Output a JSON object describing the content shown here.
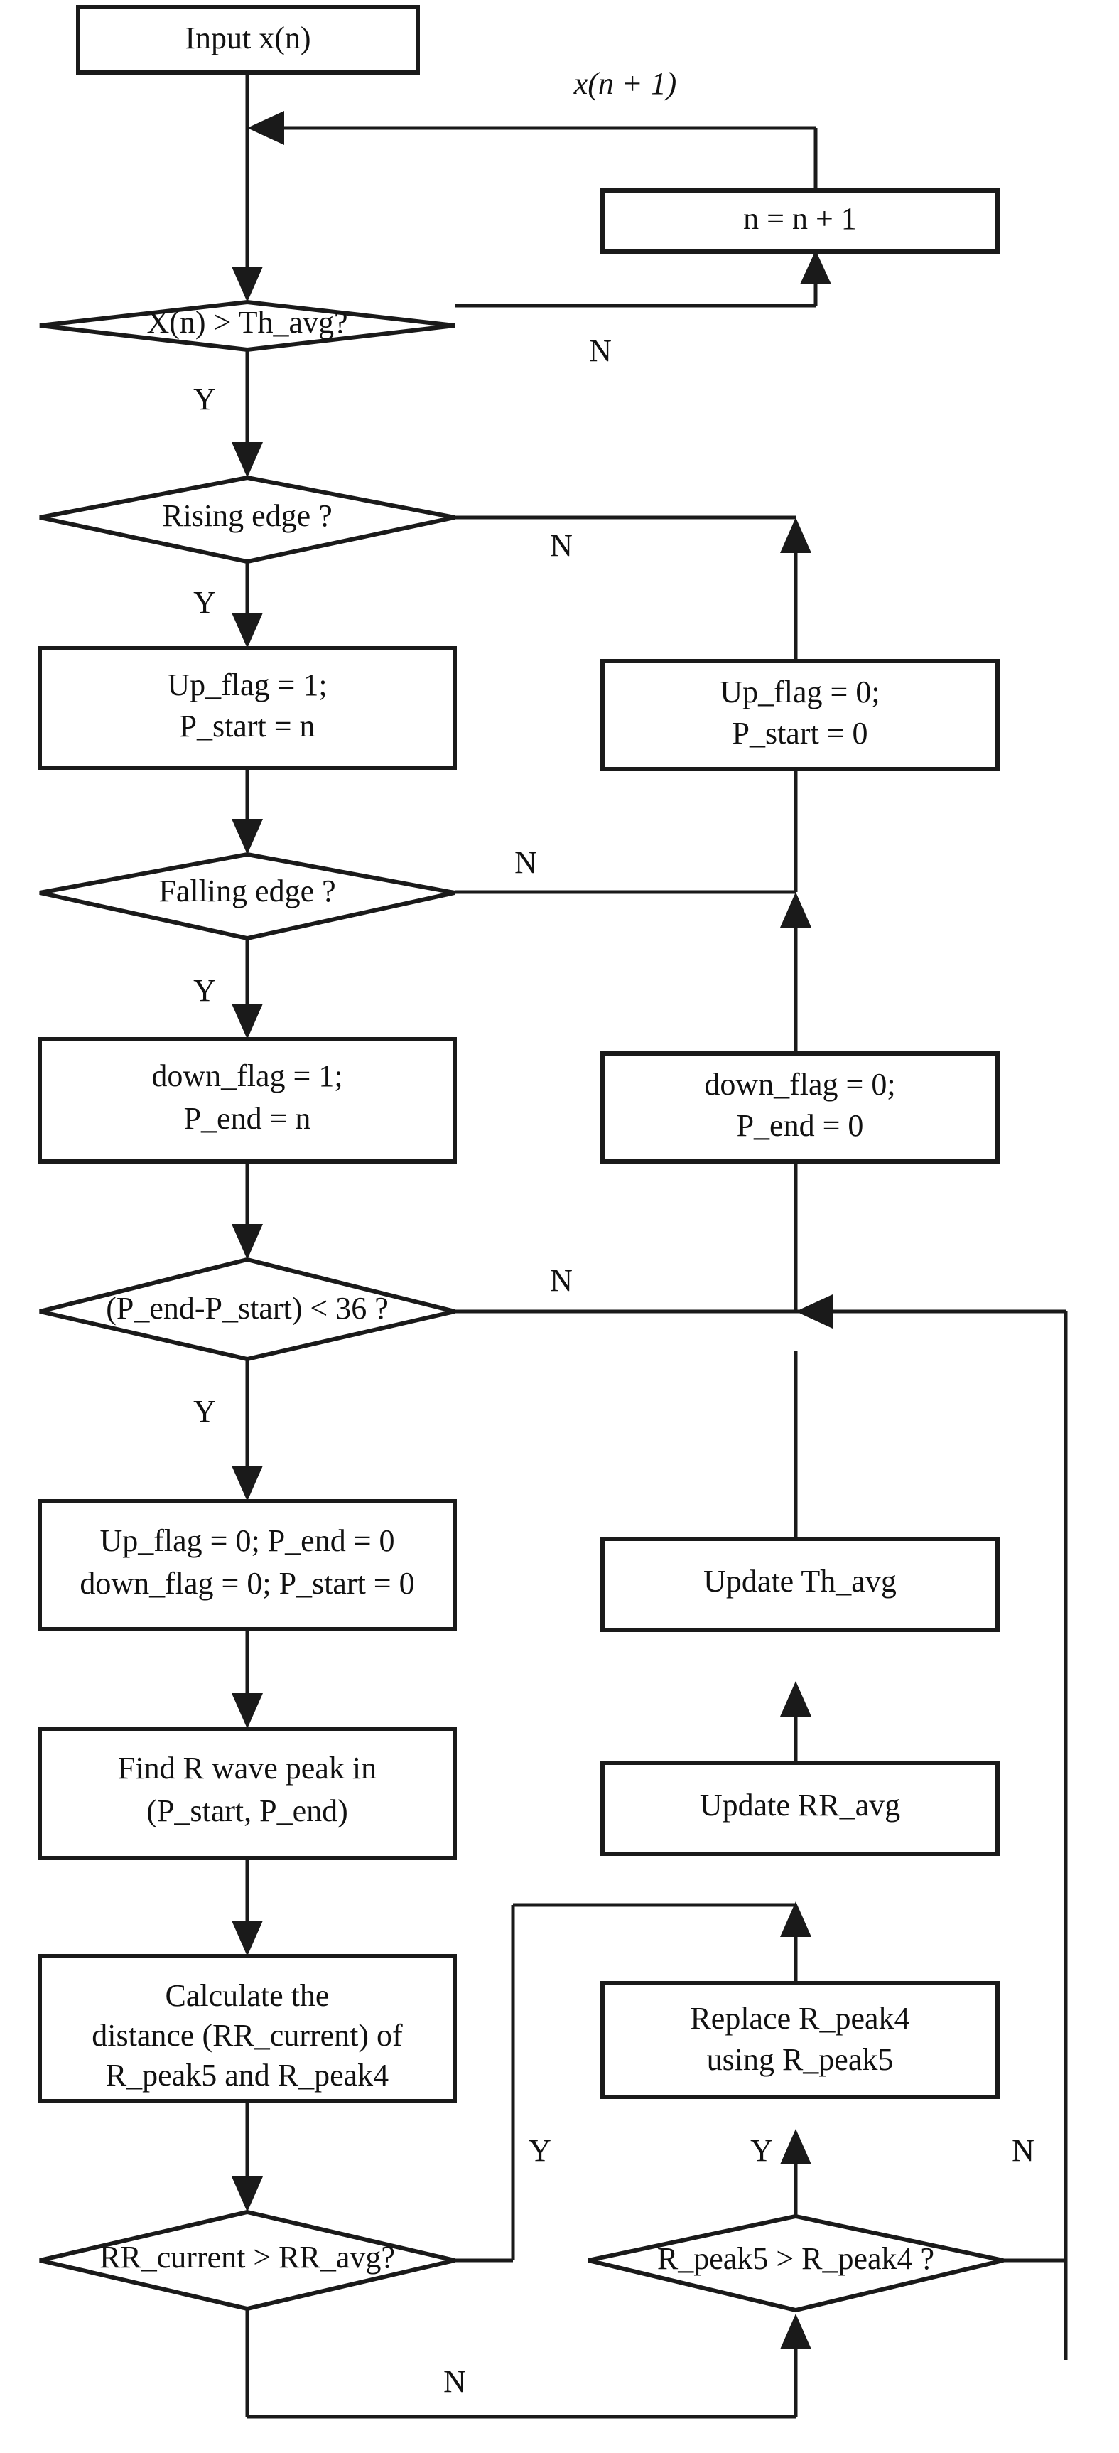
{
  "diagram": {
    "title": "R-wave detection flowchart",
    "stroke_color": "#1a1a1a",
    "fill_color": "#ffffff",
    "nodes": {
      "input": {
        "text": "Input  x(n)",
        "type": "process"
      },
      "n_increment": {
        "text": "n = n + 1",
        "type": "process"
      },
      "d_threshold": {
        "text": "X(n) > Th_avg?",
        "type": "decision"
      },
      "d_rising": {
        "text": "Rising edge ?",
        "type": "decision"
      },
      "up_set_line1": {
        "text": "Up_flag = 1;",
        "type": "process"
      },
      "up_set_line2": {
        "text": "P_start = n",
        "type": "process"
      },
      "up_clear_line1": {
        "text": "Up_flag = 0;",
        "type": "process"
      },
      "up_clear_line2": {
        "text": "P_start = 0",
        "type": "process"
      },
      "d_falling": {
        "text": "Falling edge ?",
        "type": "decision"
      },
      "down_set_line1": {
        "text": "down_flag = 1;",
        "type": "process"
      },
      "down_set_line2": {
        "text": "P_end = n",
        "type": "process"
      },
      "down_clear_line1": {
        "text": "down_flag = 0;",
        "type": "process"
      },
      "down_clear_line2": {
        "text": "P_end = 0",
        "type": "process"
      },
      "d_width": {
        "text": "(P_end-P_start) < 36 ?",
        "type": "decision"
      },
      "reset_line1": {
        "text": "Up_flag = 0; P_end = 0",
        "type": "process"
      },
      "reset_line2": {
        "text": "down_flag = 0; P_start = 0",
        "type": "process"
      },
      "find_peak_line1": {
        "text": "Find R wave peak in",
        "type": "process"
      },
      "find_peak_line2": {
        "text": "(P_start, P_end)",
        "type": "process"
      },
      "calc_line1": {
        "text": "Calculate the",
        "type": "process"
      },
      "calc_line2": {
        "text": "distance (RR_current) of",
        "type": "process"
      },
      "calc_line3": {
        "text": "R_peak5 and R_peak4",
        "type": "process"
      },
      "update_th": {
        "text": "Update Th_avg",
        "type": "process"
      },
      "update_rr": {
        "text": "Update RR_avg",
        "type": "process"
      },
      "replace_line1": {
        "text": "Replace R_peak4",
        "type": "process"
      },
      "replace_line2": {
        "text": "using R_peak5",
        "type": "process"
      },
      "d_rr": {
        "text": "RR_current > RR_avg?",
        "type": "decision"
      },
      "d_peak": {
        "text": "R_peak5 > R_peak4 ?",
        "type": "decision"
      }
    },
    "edge_labels": {
      "feedback_top": "x(n + 1)",
      "threshold_no": "N",
      "threshold_yes": "Y",
      "rising_no": "N",
      "rising_yes": "Y",
      "falling_no": "N",
      "falling_yes": "Y",
      "width_no": "N",
      "width_yes": "Y",
      "rr_yes": "Y",
      "rr_no": "N",
      "peak_yes": "Y",
      "peak_no": "N"
    }
  }
}
